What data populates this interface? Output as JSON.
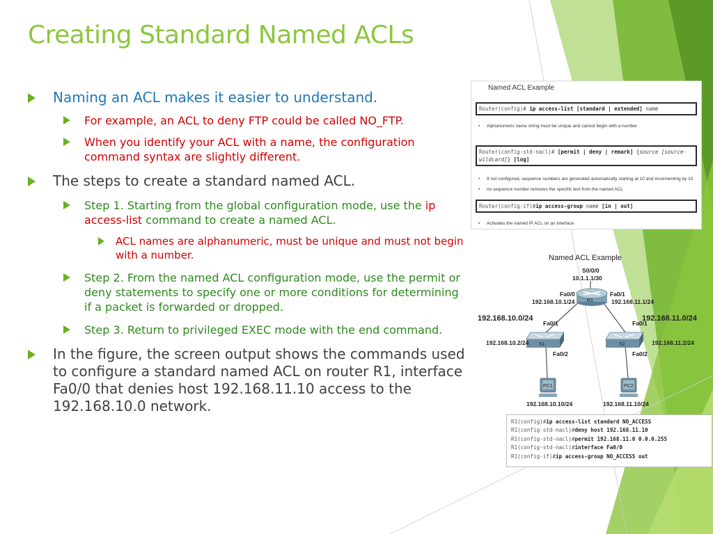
{
  "title": "Creating Standard Named ACLs",
  "bullets": [
    {
      "text": "Naming an ACL makes it easier to understand."
    },
    {
      "text": "For example, an ACL to deny FTP could be called NO_FTP."
    },
    {
      "text": "When you identify your ACL with a name, the configuration command syntax are slightly different."
    },
    {
      "text": "The steps to create a standard named ACL."
    },
    {
      "text_pre": "Step 1. Starting from the global configuration mode, use the ",
      "text_cmd": "ip access-list",
      "text_post": " command to create a named ACL."
    },
    {
      "text": "ACL names are alphanumeric, must be unique and must not begin with a number."
    },
    {
      "text": "Step 2. From the named ACL configuration mode, use the permit or deny statements to specify one or more conditions for determining if a packet is forwarded or dropped."
    },
    {
      "text": "Step 3. Return to privileged EXEC mode with the end command."
    },
    {
      "text": "In the figure, the screen output shows the commands used to configure a standard named ACL on router R1, interface Fa0/0 that denies host 192.168.11.10 access to the 192.168.10.0 network."
    }
  ],
  "syntax_figure": {
    "title": "Named ACL Example",
    "cmd1": {
      "prompt": "Router(config)# ",
      "bold": "ip access-list [standard | extended]",
      "italic": " name"
    },
    "note1": "Alphanumeric name string must be unique and cannot begin with a number",
    "cmd2": {
      "prompt": "Router(config-std-nacl)# ",
      "bold": "[permit | deny | remark]",
      "mid": " {",
      "italic": "source [source-wildcard]",
      "end": "} ",
      "bold2": "[log]"
    },
    "note2a": "If not configured, sequence numbers are generated automatically starting at 10 and incrementing by 10",
    "note2b_pre": "no ",
    "note2b_italic": "sequence number",
    "note2b_post": " removes the specific test from the named ACL",
    "cmd3": {
      "prompt": "Router(config-if)#",
      "bold": "ip access-group",
      "italic": " name",
      "bold2": " [in | out]"
    },
    "note3": "Activates the named IP ACL on an interface"
  },
  "topology": {
    "title": "Named ACL Example",
    "r1_label": "R1",
    "s0_label": "S0/0/0",
    "s0_ip": "10.1.1.1/30",
    "r1_fa0_label": "Fa0/0",
    "r1_fa0_ip": "192.168.10.1/24",
    "r1_fa1_label": "Fa0/1",
    "r1_fa1_ip": "192.168.11.1/24",
    "net_left": "192.168.10.0/24",
    "net_right": "192.168.11.0/24",
    "s1_label": "S1",
    "s2_label": "S2",
    "s1_fa1": "Fa0/1",
    "s2_fa1": "Fa0/1",
    "s1_fa2": "Fa0/2",
    "s2_fa2": "Fa0/2",
    "s1_ip": "192.168.10.2/24",
    "s2_ip": "192.168.11.2/24",
    "pc1_label": "PC1",
    "pc2_label": "PC2",
    "pc1_ip": "192.168.10.10/24",
    "pc2_ip": "192.168.11.10/24"
  },
  "config_output": [
    {
      "prompt": "R1(config)#",
      "cmd": "ip access-list standard NO_ACCESS"
    },
    {
      "prompt": "R1(config-std-nacl)#",
      "cmd": "deny host 192.168.11.10"
    },
    {
      "prompt": "R1(config-std-nacl)#",
      "cmd": "permit 192.168.11.0 0.0.0.255"
    },
    {
      "prompt": "R1(config-std-nacl)#",
      "cmd": "interface Fa0/0"
    },
    {
      "prompt": "R1(config-if)#",
      "cmd": "ip access-group NO_ACCESS out"
    }
  ],
  "colors": {
    "accent_green": "#8cc63f",
    "bullet_green": "#6ab023",
    "blue_text": "#1f78b4",
    "red_text": "#d10000",
    "green_text": "#2f8a1f"
  }
}
